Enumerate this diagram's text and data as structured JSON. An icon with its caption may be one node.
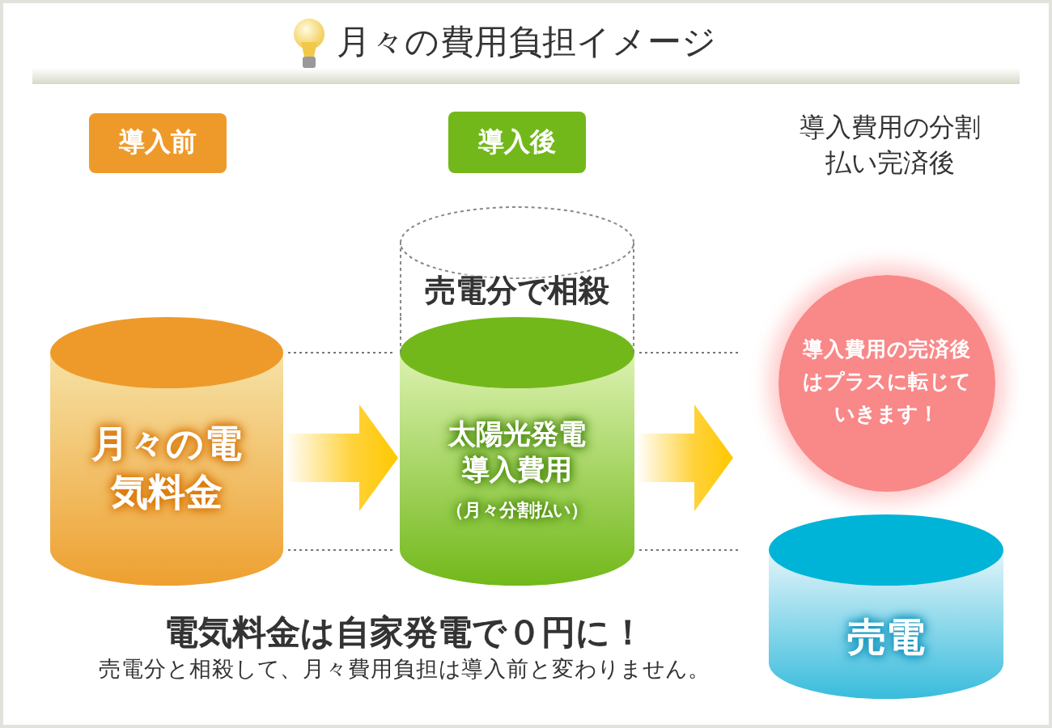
{
  "diagram": {
    "title": "月々の費用負担イメージ",
    "nodes": [
      {
        "text": [
          "導入前"
        ]
      },
      {
        "text": [
          "導入後"
        ]
      },
      {
        "text": [
          "売電分で相殺"
        ]
      },
      {
        "text": [
          "月々の電気料金"
        ]
      },
      {
        "text": [
          "太陽光発電導入費用",
          "（月々分割払い）"
        ]
      },
      {
        "text": [
          "導入費用の完済後はプラスに転じていきます！"
        ]
      },
      {
        "text": [
          "売電"
        ]
      }
    ],
    "edges": [
      {
        "from": 3,
        "to": 4,
        "arrow": "to"
      },
      {
        "from": 4,
        "to": null,
        "arrow": "to"
      }
    ],
    "labels": [
      "導入費用の分割払い完済後",
      "電気料金は自家発電で０円に！",
      "売電分と相殺して、月々費用負担は導入前と変わりません。"
    ]
  }
}
